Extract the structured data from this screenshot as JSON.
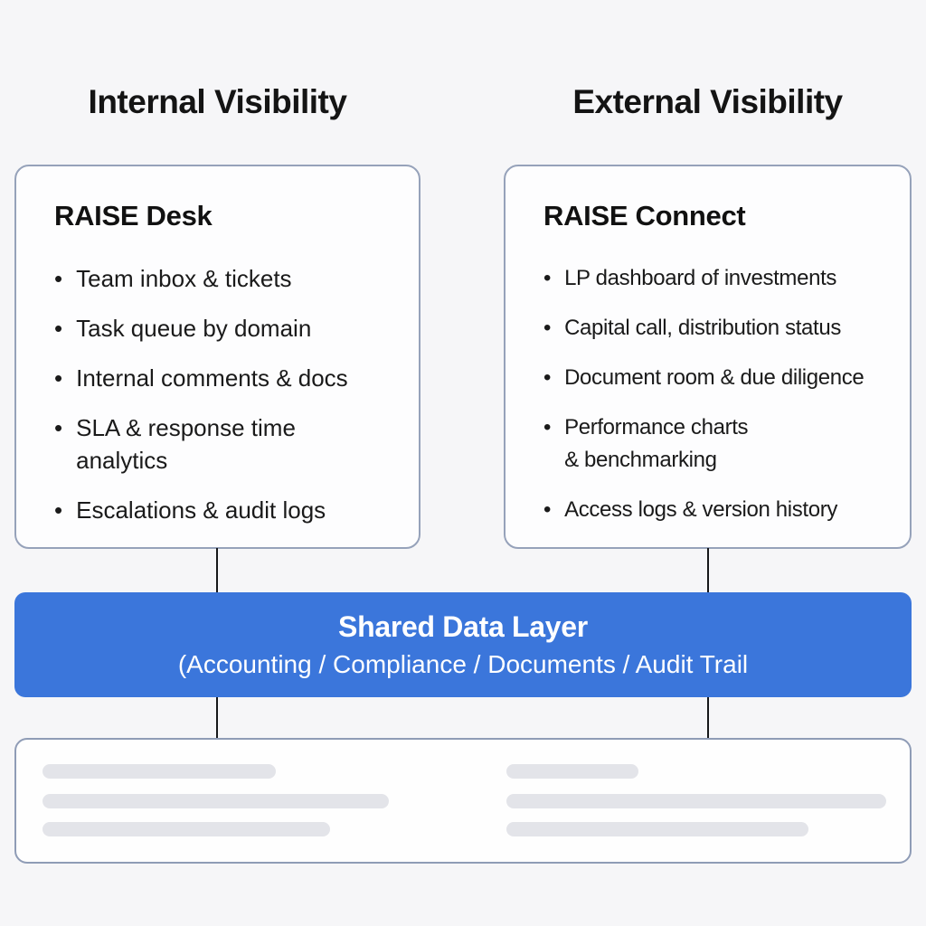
{
  "headers": {
    "left": "Internal Visibility",
    "right": "External Visibility"
  },
  "cards": [
    {
      "title": "RAISE Desk",
      "bullet_icon": "•",
      "bullets": [
        "Team inbox & tickets",
        "Task queue by domain",
        "Internal comments & docs",
        "SLA & response time\nanalytics",
        "Escalations & audit logs"
      ]
    },
    {
      "title": "RAISE Connect",
      "bullet_icon": "•",
      "bullets": [
        "LP dashboard of investments",
        "Capital call, distribution status",
        "Document room & due diligence",
        "Performance charts\n& benchmarking",
        "Access logs & version history"
      ]
    }
  ],
  "banner": {
    "title": "Shared Data Layer",
    "subtitle": "(Accounting / Compliance / Documents / Audit Trail",
    "background": "#3b76db",
    "text_color": "#ffffff"
  },
  "bottom_panel": {
    "left_bar_widths": [
      258,
      383,
      318
    ],
    "right_bar_widths": [
      146,
      420,
      334
    ],
    "bar_color": "#e3e4e9"
  },
  "colors": {
    "page_background": "#f6f6f8",
    "card_background": "#fdfdfe",
    "card_border": "#96a2ba",
    "connector": "#17181a",
    "text": "#161616"
  }
}
